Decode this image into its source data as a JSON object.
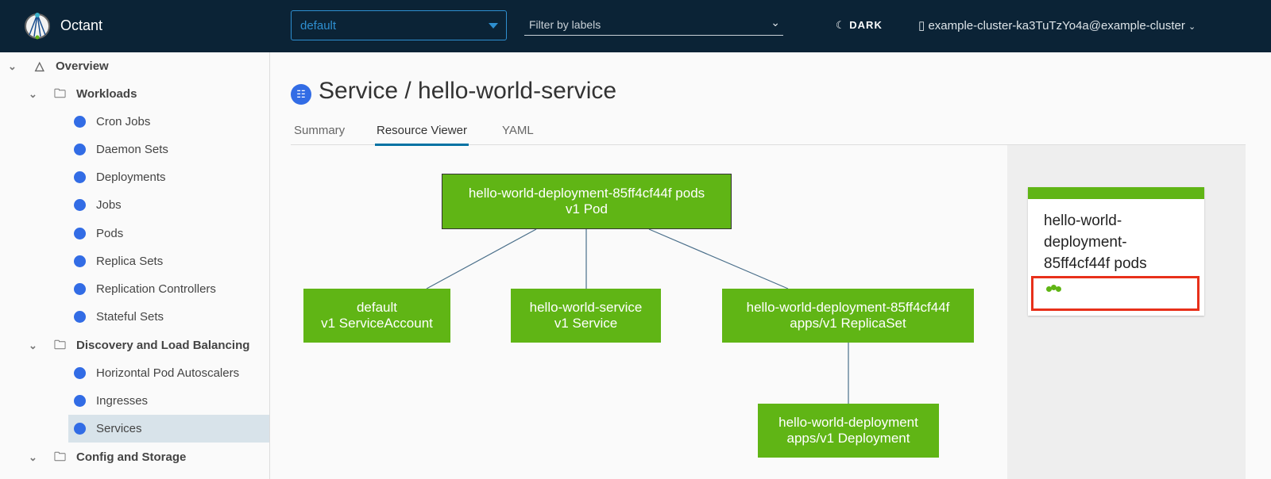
{
  "header": {
    "brand": "Octant",
    "namespace": "default",
    "filter_placeholder": "Filter by labels",
    "theme_toggle": "DARK",
    "cluster": "example-cluster-ka3TuTzYo4a@example-cluster"
  },
  "sidebar": {
    "overview": "Overview",
    "sections": [
      {
        "label": "Workloads",
        "items": [
          "Cron Jobs",
          "Daemon Sets",
          "Deployments",
          "Jobs",
          "Pods",
          "Replica Sets",
          "Replication Controllers",
          "Stateful Sets"
        ]
      },
      {
        "label": "Discovery and Load Balancing",
        "items": [
          "Horizontal Pod Autoscalers",
          "Ingresses",
          "Services"
        ]
      },
      {
        "label": "Config and Storage",
        "items": []
      }
    ],
    "active_item": "Services"
  },
  "main": {
    "title": "Service / hello-world-service",
    "tabs": [
      {
        "label": "Summary"
      },
      {
        "label": "Resource Viewer",
        "active": true
      },
      {
        "label": "YAML"
      }
    ]
  },
  "graph": {
    "nodes": [
      {
        "name": "hello-world-deployment-85ff4cf44f pods",
        "kind": "v1 Pod",
        "selected": true
      },
      {
        "name": "default",
        "kind": "v1 ServiceAccount"
      },
      {
        "name": "hello-world-service",
        "kind": "v1 Service"
      },
      {
        "name": "hello-world-deployment-85ff4cf44f",
        "kind": "apps/v1 ReplicaSet"
      },
      {
        "name": "hello-world-deployment",
        "kind": "apps/v1 Deployment"
      }
    ],
    "node_color": "#60b515"
  },
  "detail_card": {
    "name": "hello-world-deployment-85ff4cf44f pods",
    "pod_status_count": 3,
    "status_color": "#60b515"
  }
}
